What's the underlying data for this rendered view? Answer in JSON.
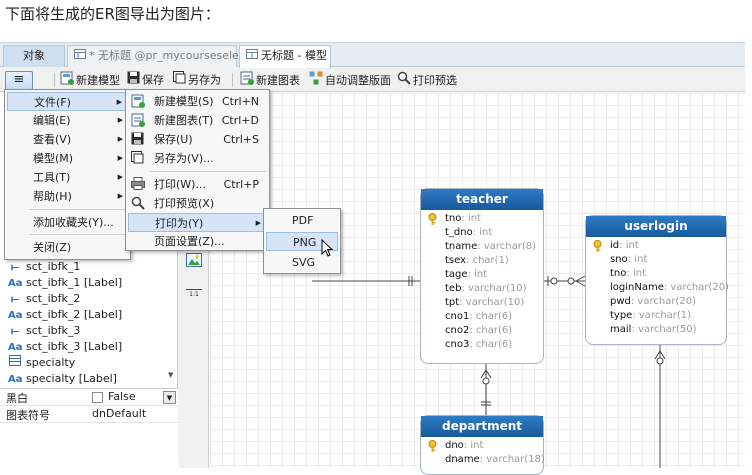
{
  "caption": "下面将生成的ER图导出为图片：",
  "tabs": {
    "objects": "对象",
    "query": "* 无标题 @pr_mycoursesele...",
    "model": "无标题 - 模型"
  },
  "toolbar": {
    "menu_icon": "≡",
    "new_model": "新建模型",
    "save": "保存",
    "save_as": "另存为",
    "new_diagram": "新建图表",
    "auto_layout": "自动调整版面",
    "print_preview": "打印预选"
  },
  "main_menu": {
    "file": "文件(F)",
    "edit": "编辑(E)",
    "view": "查看(V)",
    "model": "模型(M)",
    "tools": "工具(T)",
    "help": "帮助(H)",
    "add_favorites": "添加收藏夹(Y)...",
    "close": "关闭(Z)"
  },
  "file_menu": {
    "new_model": "新建模型(S)",
    "new_model_sc": "Ctrl+N",
    "new_diagram": "新建图表(T)",
    "new_diagram_sc": "Ctrl+D",
    "save": "保存(U)",
    "save_sc": "Ctrl+S",
    "save_as": "另存为(V)...",
    "print": "打印(W)...",
    "print_sc": "Ctrl+P",
    "print_preview": "打印预览(X)",
    "print_as": "打印为(Y)",
    "page_setup": "页面设置(Z)..."
  },
  "print_as_menu": {
    "pdf": "PDF",
    "png": "PNG",
    "svg": "SVG"
  },
  "left_panel": {
    "items": [
      "sct_ibfk_1",
      "sct_ibfk_1 [Label]",
      "sct_ibfk_2",
      "sct_ibfk_2 [Label]",
      "sct_ibfk_3",
      "sct_ibfk_3 [Label]",
      "specialty",
      "specialty [Label]"
    ]
  },
  "properties": {
    "row1_key": "黑白",
    "row1_value": "False",
    "row2_key": "图表符号",
    "row2_value": "dnDefault"
  },
  "vstrip": {
    "ratio_label": "1:1"
  },
  "entities": {
    "teacher": {
      "name": "teacher",
      "fields": [
        {
          "name": "tno",
          "type": ": int",
          "key": true
        },
        {
          "name": "t_dno",
          "type": ": int",
          "key": false
        },
        {
          "name": "tname",
          "type": ": varchar(8)",
          "key": false
        },
        {
          "name": "tsex",
          "type": ": char(1)",
          "key": false
        },
        {
          "name": "tage",
          "type": ": int",
          "key": false
        },
        {
          "name": "teb",
          "type": ": varchar(10)",
          "key": false
        },
        {
          "name": "tpt",
          "type": ": varchar(10)",
          "key": false
        },
        {
          "name": "cno1",
          "type": ": char(6)",
          "key": false
        },
        {
          "name": "cno2",
          "type": ": char(6)",
          "key": false
        },
        {
          "name": "cno3",
          "type": ": char(6)",
          "key": false
        }
      ]
    },
    "userlogin": {
      "name": "userlogin",
      "fields": [
        {
          "name": "id",
          "type": ": int",
          "key": true
        },
        {
          "name": "sno",
          "type": ": int",
          "key": false
        },
        {
          "name": "tno",
          "type": ": int",
          "key": false
        },
        {
          "name": "loginName",
          "type": ": varchar(20)",
          "key": false
        },
        {
          "name": "pwd",
          "type": ": varchar(20)",
          "key": false
        },
        {
          "name": "type",
          "type": ": varchar(1)",
          "key": false
        },
        {
          "name": "mail",
          "type": ": varchar(50)",
          "key": false
        }
      ]
    },
    "department": {
      "name": "department",
      "fields": [
        {
          "name": "dno",
          "type": ": int",
          "key": true
        },
        {
          "name": "dname",
          "type": ": varchar(18)",
          "key": false
        }
      ]
    }
  }
}
